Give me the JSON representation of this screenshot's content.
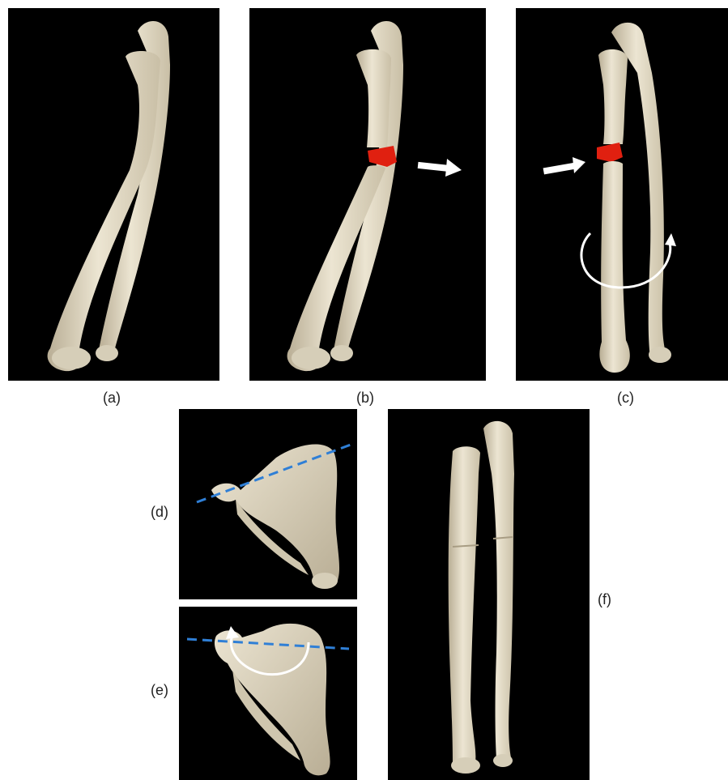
{
  "figure": {
    "panels": [
      {
        "id": "a",
        "label": "(a)"
      },
      {
        "id": "b",
        "label": "(b)"
      },
      {
        "id": "c",
        "label": "(c)"
      },
      {
        "id": "d",
        "label": "(d)"
      },
      {
        "id": "e",
        "label": "(e)"
      },
      {
        "id": "f",
        "label": "(f)"
      }
    ],
    "colors": {
      "bone": "#e4dcc7",
      "bone_shade": "#b9ae95",
      "background": "#000000",
      "osteotomy_wedge": "#e02010",
      "axis_line": "#2f7fd6",
      "arrow": "#ffffff"
    },
    "icons": [
      "right-arrow-icon",
      "rotation-arrow-icon",
      "axis-dashed-line"
    ]
  }
}
